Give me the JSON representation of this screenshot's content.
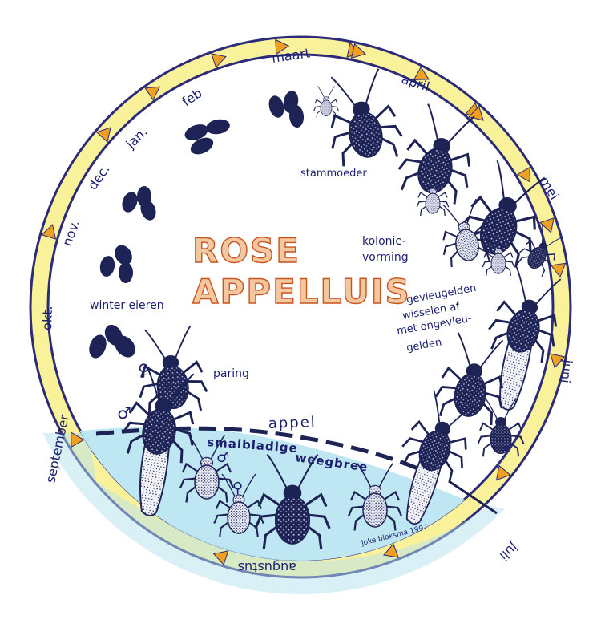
{
  "title": {
    "line1": "ROSE",
    "line2": "APPELLUIS"
  },
  "months": [
    "maart",
    "april",
    "mei",
    "juni",
    "juli",
    "augustus",
    "september",
    "okt.",
    "nov.",
    "dec.",
    "jan.",
    "feb"
  ],
  "labels": {
    "stammoeder": "stammoeder",
    "kolonie_1": "kolonie-",
    "kolonie_2": "vorming",
    "gevleugeld_1": "gevleugelden",
    "gevleugeld_2": "wisselen af",
    "gevleugeld_3": "met ongevleu-",
    "gevleugeld_4": "gelden",
    "wintereieren": "winter eieren",
    "paring": "paring",
    "appel": "appel",
    "smalbladige": "smalbladige",
    "weegbree": "weegbree",
    "female_symbol": "♀",
    "male_symbol": "♂",
    "signature": "joke bloksma 1997"
  },
  "colors": {
    "ring_fill": "#f9f29a",
    "ring_stroke": "#2b2b7a",
    "arrow": "#f0a020",
    "insect": "#1d2355",
    "insect_light": "#9aa0c8",
    "plantain_zone": "#bfe7f3",
    "title_fill": "#f3c8a0",
    "title_stroke": "#c9541f",
    "text": "#1b1f6e"
  }
}
